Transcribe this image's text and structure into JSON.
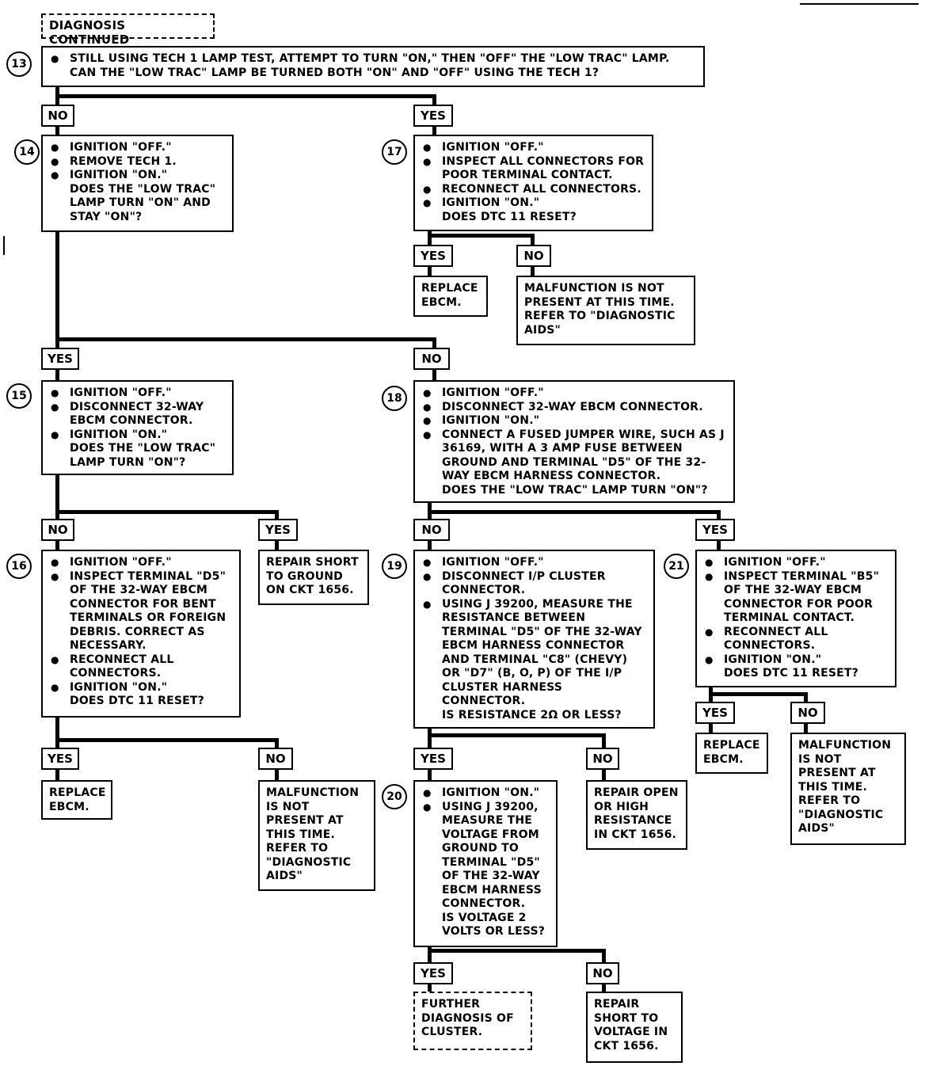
{
  "header": "DIAGNOSIS CONTINUED",
  "steps": {
    "s13": {
      "num": "13",
      "bullets": [
        "STILL USING TECH 1 LAMP TEST, ATTEMPT TO TURN \"ON,\" THEN \"OFF\" THE \"LOW TRAC\" LAMP. CAN THE \"LOW TRAC\" LAMP BE TURNED BOTH \"ON\" AND \"OFF\" USING THE TECH 1?"
      ]
    },
    "s14": {
      "num": "14",
      "bullets": [
        "IGNITION \"OFF.\"",
        "REMOVE TECH 1.",
        "IGNITION \"ON.\""
      ],
      "question": "DOES THE \"LOW TRAC\" LAMP TURN \"ON\" AND STAY \"ON\"?"
    },
    "s15": {
      "num": "15",
      "bullets": [
        "IGNITION \"OFF.\"",
        "DISCONNECT 32-WAY EBCM CONNECTOR.",
        "IGNITION \"ON.\""
      ],
      "question": "DOES THE \"LOW TRAC\" LAMP TURN \"ON\"?"
    },
    "s16": {
      "num": "16",
      "bullets": [
        "IGNITION \"OFF.\"",
        "INSPECT TERMINAL \"D5\" OF THE 32-WAY EBCM CONNECTOR FOR BENT TERMINALS OR FOREIGN DEBRIS. CORRECT AS NECESSARY.",
        "RECONNECT ALL CONNECTORS.",
        "IGNITION \"ON.\""
      ],
      "question": "DOES DTC 11 RESET?"
    },
    "s17": {
      "num": "17",
      "bullets": [
        "IGNITION \"OFF.\"",
        "INSPECT ALL CONNECTORS FOR POOR TERMINAL CONTACT.",
        "RECONNECT ALL CONNECTORS.",
        "IGNITION \"ON.\""
      ],
      "question": "DOES DTC 11 RESET?"
    },
    "s18": {
      "num": "18",
      "bullets": [
        "IGNITION \"OFF.\"",
        "DISCONNECT 32-WAY EBCM CONNECTOR.",
        "IGNITION \"ON.\"",
        "CONNECT A FUSED JUMPER WIRE, SUCH AS J 36169, WITH A 3 AMP FUSE BETWEEN GROUND AND TERMINAL \"D5\" OF THE 32-WAY EBCM HARNESS CONNECTOR."
      ],
      "question": "DOES THE \"LOW TRAC\" LAMP TURN \"ON\"?"
    },
    "s19": {
      "num": "19",
      "bullets": [
        "IGNITION \"OFF.\"",
        "DISCONNECT I/P CLUSTER CONNECTOR.",
        "USING J 39200, MEASURE THE RESISTANCE BETWEEN TERMINAL \"D5\" OF THE 32-WAY EBCM HARNESS CONNECTOR AND TERMINAL \"C8\" (CHEVY) OR \"D7\" (B, O, P) OF THE I/P CLUSTER HARNESS CONNECTOR."
      ],
      "question": "IS RESISTANCE 2Ω OR LESS?"
    },
    "s20": {
      "num": "20",
      "bullets": [
        "IGNITION \"ON.\"",
        "USING J 39200, MEASURE THE VOLTAGE FROM GROUND TO TERMINAL \"D5\" OF THE 32-WAY EBCM HARNESS CONNECTOR."
      ],
      "question": "IS VOLTAGE 2 VOLTS OR LESS?"
    },
    "s21": {
      "num": "21",
      "bullets": [
        "IGNITION \"OFF.\"",
        "INSPECT TERMINAL \"B5\" OF THE 32-WAY EBCM CONNECTOR FOR POOR TERMINAL CONTACT.",
        "RECONNECT ALL CONNECTORS.",
        "IGNITION \"ON.\""
      ],
      "question": "DOES DTC 11 RESET?"
    }
  },
  "labels": {
    "yes": "YES",
    "no": "NO"
  },
  "results": {
    "replace_ebcm": "REPLACE EBCM.",
    "malfunction_a": "MALFUNCTION IS NOT PRESENT AT THIS TIME. REFER TO \"DIAGNOSTIC AIDS\"",
    "malfunction_b": "MALFUNCTION IS NOT PRESENT AT THIS TIME. REFER TO \"DIAGNOSTIC AIDS\"",
    "malfunction_c": "MALFUNCTION IS NOT PRESENT AT THIS TIME. REFER TO \"DIAGNOSTIC AIDS\"",
    "repair_short_ground": "REPAIR SHORT TO GROUND ON CKT 1656.",
    "repair_open": "REPAIR OPEN OR HIGH RESISTANCE IN CKT 1656.",
    "repair_short_voltage": "REPAIR SHORT TO VOLTAGE IN CKT 1656.",
    "further_diagnosis": "FURTHER DIAGNOSIS OF CLUSTER."
  }
}
